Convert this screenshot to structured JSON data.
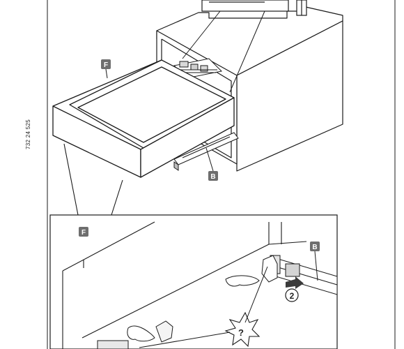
{
  "document": {
    "code": "732 24 525"
  },
  "labels": {
    "front_panel": "F",
    "runner": "B",
    "step": "2",
    "detail_front_panel": "F",
    "detail_runner": "B",
    "detail_note": "?"
  },
  "colors": {
    "line": "#1a1a1a",
    "label_fill": "#6e6e6e",
    "label_text": "#ffffff",
    "arrow": "#3a3a3a",
    "background": "#ffffff"
  }
}
